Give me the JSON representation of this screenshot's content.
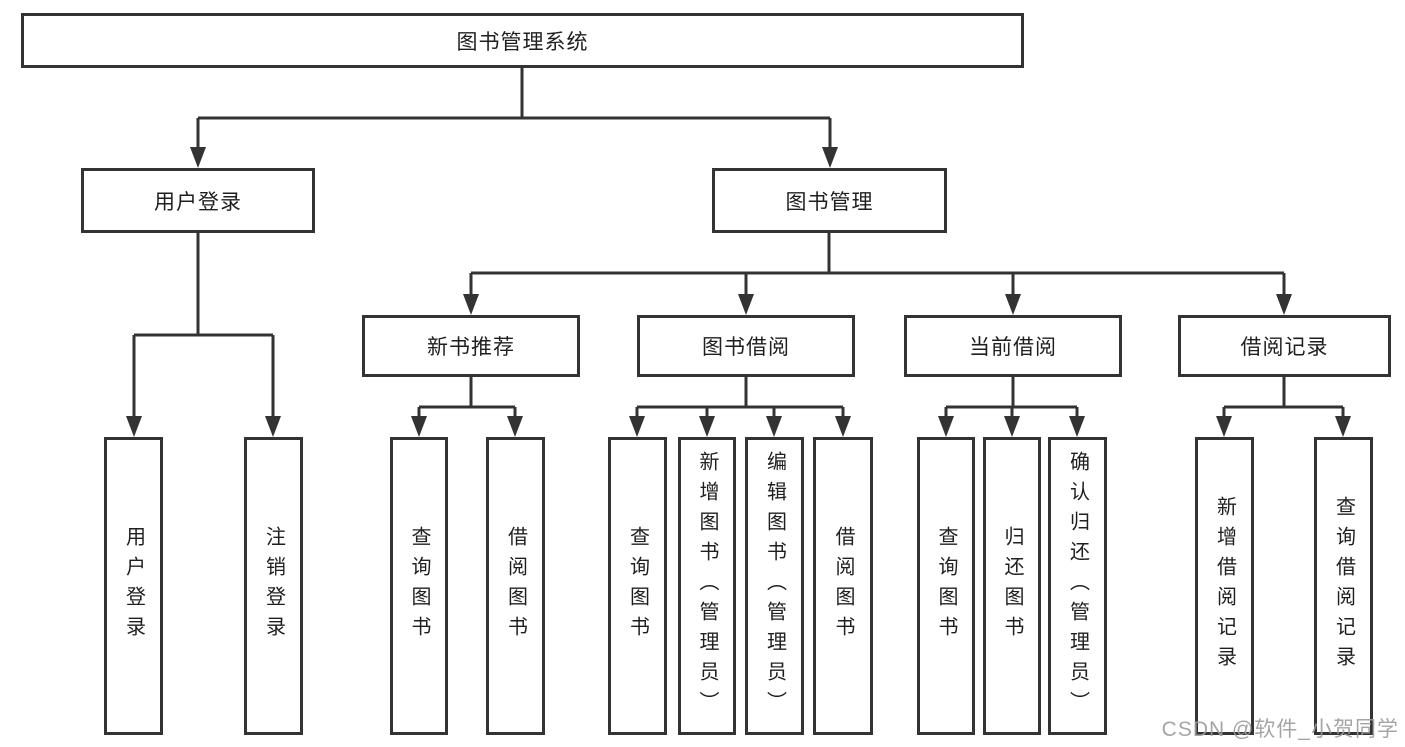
{
  "nodes": {
    "root": "图书管理系统",
    "user_login_branch": "用户登录",
    "book_mgmt_branch": "图书管理",
    "new_book_rec": "新书推荐",
    "book_borrow": "图书借阅",
    "current_borrow": "当前借阅",
    "borrow_records": "借阅记录",
    "leaf_user_login": "用户登录",
    "leaf_logout": "注销登录",
    "leaf_nb_query_books": "查询图书",
    "leaf_nb_borrow_books": "借阅图书",
    "leaf_bb_query_books": "查询图书",
    "leaf_bb_add_books_admin": "新增图书（管理员）",
    "leaf_bb_edit_books_admin": "编辑图书（管理员）",
    "leaf_bb_borrow_books": "借阅图书",
    "leaf_cb_query_books": "查询图书",
    "leaf_cb_return_books": "归还图书",
    "leaf_cb_confirm_return_admin": "确认归还（管理员）",
    "leaf_br_add_record": "新增借阅记录",
    "leaf_br_query_record": "查询借阅记录"
  },
  "watermark": "CSDN @软件_小贺同学",
  "colors": {
    "line": "#333333",
    "box_background": "#ffffff",
    "text": "#1f1f1f",
    "watermark": "#9b9b9b"
  }
}
